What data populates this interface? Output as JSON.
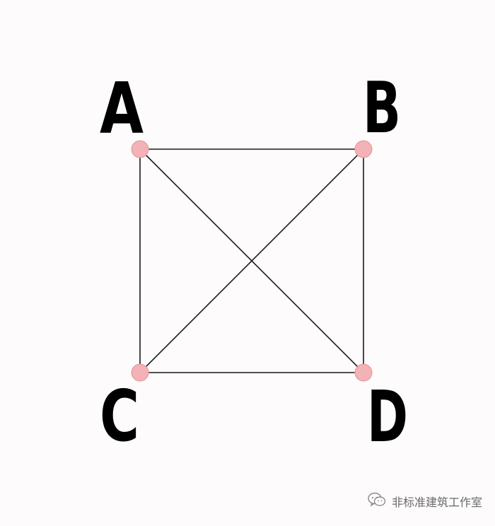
{
  "diagram": {
    "node_color": "#f3b2b5",
    "nodes": [
      {
        "id": "A",
        "label": "A"
      },
      {
        "id": "B",
        "label": "B"
      },
      {
        "id": "C",
        "label": "C"
      },
      {
        "id": "D",
        "label": "D"
      }
    ],
    "edges": [
      [
        "A",
        "B"
      ],
      [
        "A",
        "C"
      ],
      [
        "B",
        "D"
      ],
      [
        "C",
        "D"
      ],
      [
        "A",
        "D"
      ],
      [
        "B",
        "C"
      ]
    ]
  },
  "watermark": {
    "icon": "wechat-icon",
    "text": "非标准建筑工作室"
  }
}
